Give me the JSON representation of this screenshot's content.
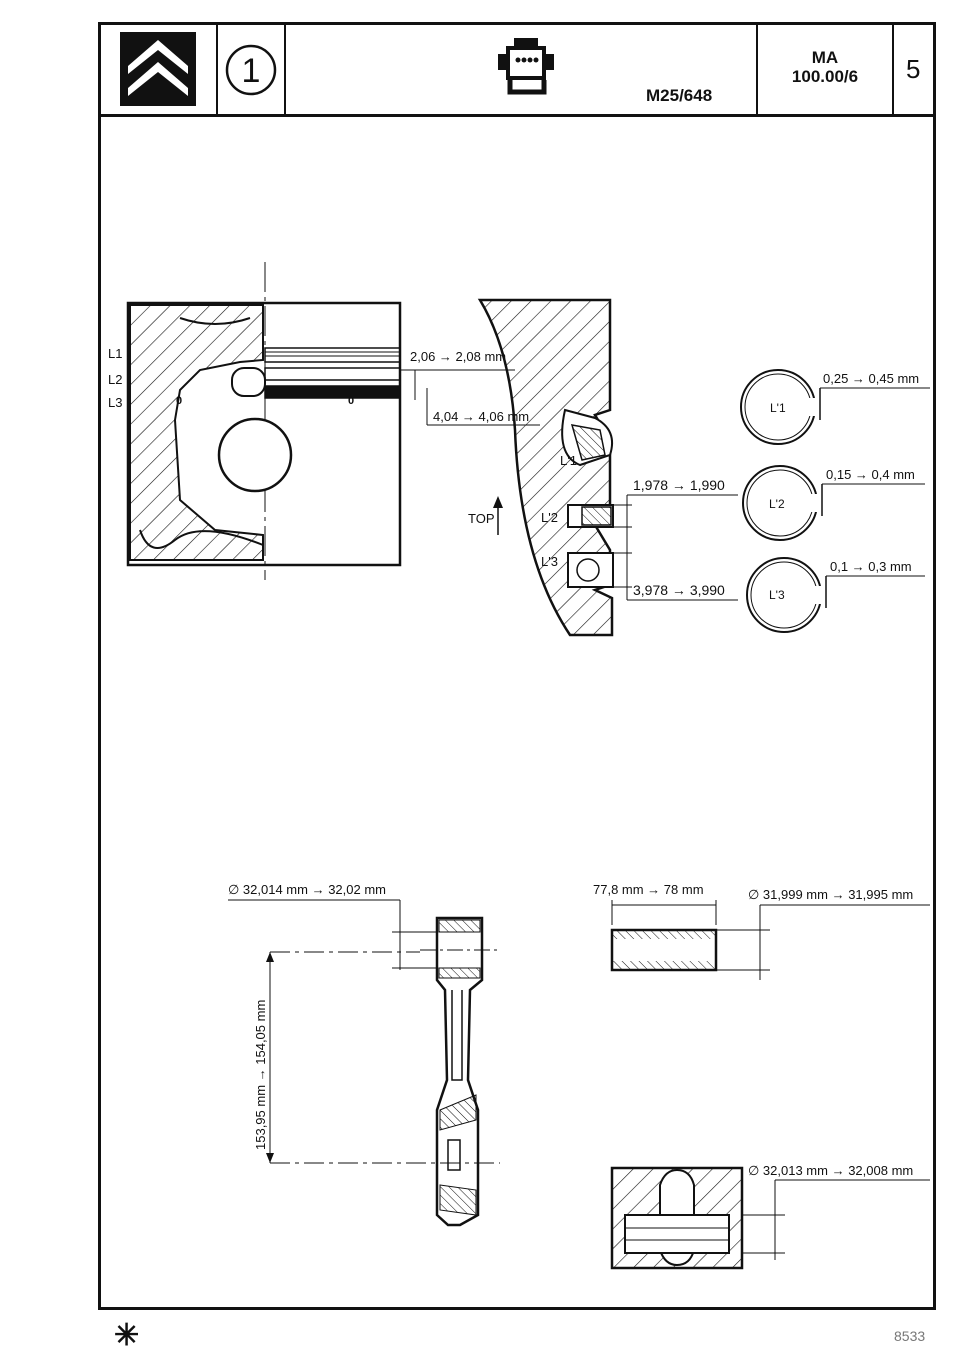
{
  "header": {
    "brand_logo": "citroen-double-chevron-logo",
    "section_number": "1",
    "engine_icon": "engine-icon",
    "engine_code": "M25/648",
    "manual_code_line1": "MA",
    "manual_code_line2": "100.00/6",
    "page_number": "5"
  },
  "piston": {
    "ring_labels": [
      "L1",
      "L2",
      "L3"
    ],
    "zero_mark_left": "0",
    "zero_mark_right": "0",
    "groove_1": "2,06 → 2,08 mm",
    "groove_2": "4,04 → 4,06 mm"
  },
  "cylinder": {
    "ring_labels": [
      "L'1",
      "L'2",
      "L'3"
    ],
    "top_label": "TOP",
    "ring_thickness_1": "1,978 → 1,990",
    "ring_thickness_2": "3,978 → 3,990"
  },
  "ring_gaps": [
    {
      "label": "L'1",
      "gap": "0,25 → 0,45 mm"
    },
    {
      "label": "L'2",
      "gap": "0,15 → 0,4 mm"
    },
    {
      "label": "L'3",
      "gap": "0,1 → 0,3 mm"
    }
  ],
  "conrod": {
    "small_end_bore": "∅ 32,014 mm → 32,02 mm",
    "centre_distance": "153,95 mm → 154,05 mm"
  },
  "gudgeon_pin": {
    "length": "77,8 mm → 78 mm",
    "diameter": "∅ 31,999 mm → 31,995 mm"
  },
  "piston_bore": {
    "diameter": "∅ 32,013 mm → 32,008 mm"
  },
  "footer": {
    "mark": "✳",
    "ref": "8533"
  },
  "colors": {
    "ink": "#111111",
    "paper": "#ffffff"
  }
}
